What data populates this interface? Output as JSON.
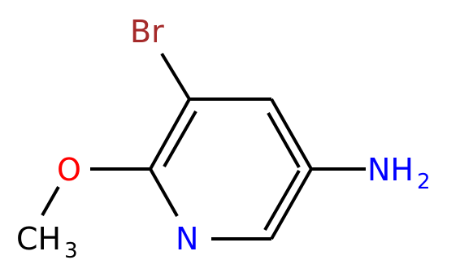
{
  "colors": {
    "bond": "#000000",
    "bromine": "#a52a2a",
    "oxygen": "#ff0000",
    "nitrogen": "#0000ff",
    "carbon": "#000000",
    "background": "#ffffff"
  },
  "atoms": {
    "bromine": {
      "symbol": "Br"
    },
    "oxygen": {
      "symbol": "O"
    },
    "ring_nitrogen": {
      "symbol": "N"
    },
    "amine": {
      "symbol": "NH",
      "subscript": "2"
    },
    "methyl": {
      "symbol": "CH",
      "subscript": "3"
    }
  }
}
